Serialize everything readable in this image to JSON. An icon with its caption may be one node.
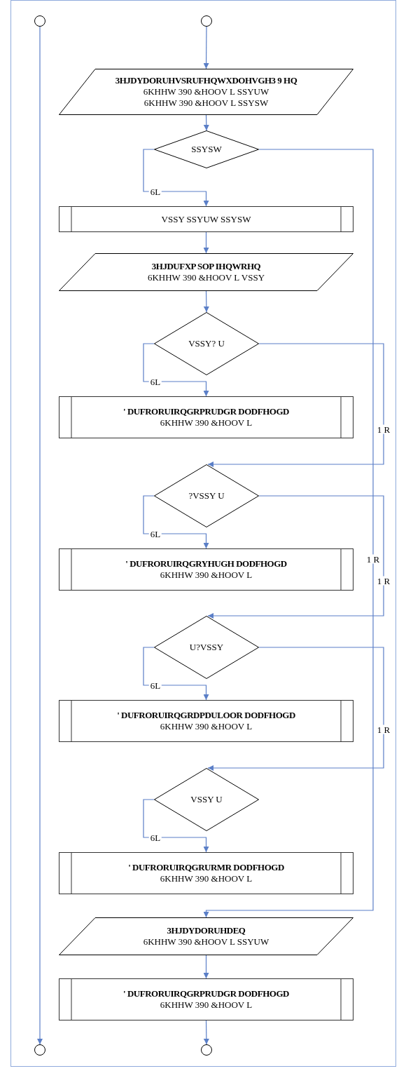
{
  "diagram": {
    "nodes": [
      {
        "text": [],
        "shape": "circle"
      },
      {
        "text": [],
        "shape": "circle"
      },
      {
        "text": [
          "3HJDYDORUHVSRUFHQWXDOHVGH3 9 HQ",
          "6KHHW 390 &HOOV L SSYUW",
          "6KHHW 390 &HOOV L SSYSW"
        ]
      },
      {
        "text": [
          "SSYSW"
        ]
      },
      {
        "text": [
          "VSSY SSYUW SSYSW"
        ]
      },
      {
        "text": [
          "3HJDUFXP SOP IHQWRHQ",
          "6KHHW 390 &HOOV L VSSY"
        ]
      },
      {
        "text": [
          "VSSY? U"
        ]
      },
      {
        "text": [
          "' DUFRORUIRQGRPRUDGR DODFHOGD",
          "6KHHW 390 &HOOV L"
        ]
      },
      {
        "text": [
          "?VSSY U"
        ]
      },
      {
        "text": [
          "' DUFRORUIRQGRYHUGH DODFHOGD",
          "6KHHW 390 &HOOV L"
        ]
      },
      {
        "text": [
          "U?VSSY"
        ]
      },
      {
        "text": [
          "' DUFRORUIRQGRDPDULOOR DODFHOGD",
          "6KHHW 390 &HOOV L"
        ]
      },
      {
        "text": [
          "VSSY U"
        ]
      },
      {
        "text": [
          "' DUFRORUIRQGRURMR DODFHOGD",
          "6KHHW 390 &HOOV L"
        ]
      },
      {
        "text": [
          "3HJDYDORUHDEQ",
          "6KHHW 390 &HOOV L SSYUW"
        ]
      },
      {
        "text": [
          "' DUFRORUIRQGRPRUDGR DODFHOGD",
          "6KHHW 390 &HOOV L"
        ]
      },
      {
        "text": [],
        "shape": "circle"
      },
      {
        "text": [],
        "shape": "circle"
      }
    ],
    "edges": [
      {
        "from": 1,
        "to": 2,
        "arrow": "to"
      },
      {
        "from": 2,
        "to": 3,
        "arrow": "to"
      },
      {
        "from": 3,
        "to": 4,
        "arrow": "to",
        "label": "6L"
      },
      {
        "from": 4,
        "to": 5,
        "arrow": "to"
      },
      {
        "from": 5,
        "to": 6,
        "arrow": "to"
      },
      {
        "from": 6,
        "to": 7,
        "arrow": "to",
        "label": "6L"
      },
      {
        "from": 3,
        "to": 14,
        "arrow": "to",
        "label": "1 R"
      },
      {
        "from": 6,
        "to": 8,
        "arrow": "to",
        "label": "1 R"
      },
      {
        "from": 8,
        "to": 9,
        "arrow": "to",
        "label": "6L"
      },
      {
        "from": 8,
        "to": 10,
        "arrow": "to",
        "label": "1 R"
      },
      {
        "from": 10,
        "to": 11,
        "arrow": "to",
        "label": "6L"
      },
      {
        "from": 10,
        "to": 12,
        "arrow": "to",
        "label": "1 R"
      },
      {
        "from": 12,
        "to": 13,
        "arrow": "to",
        "label": "6L"
      },
      {
        "from": 14,
        "to": 15,
        "arrow": "to"
      },
      {
        "from": 15,
        "to": 17,
        "arrow": "to"
      },
      {
        "from": 0,
        "to": 16,
        "arrow": "to"
      }
    ]
  }
}
